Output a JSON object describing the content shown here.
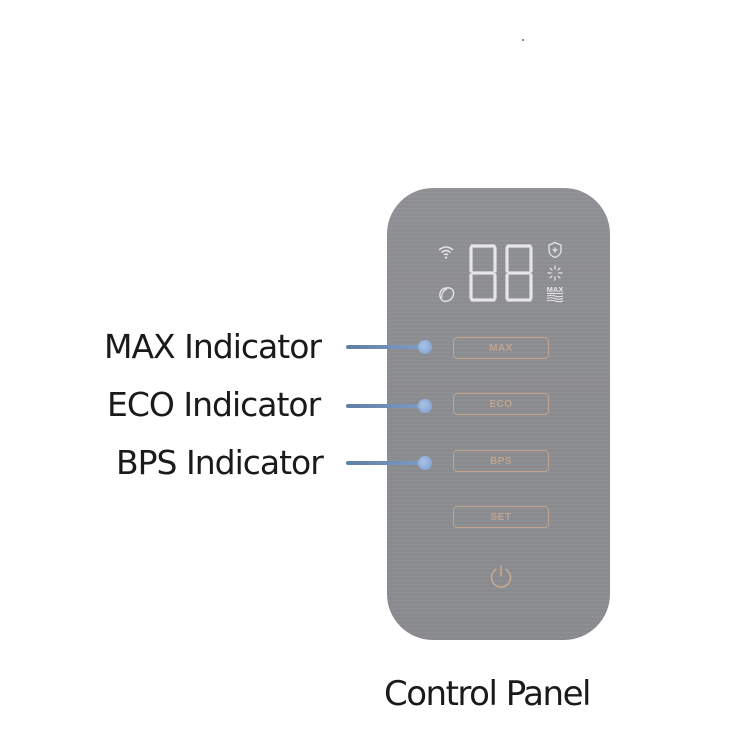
{
  "diagram": {
    "caption": "Control Panel",
    "callouts": [
      {
        "label": "MAX Indicator",
        "target": "MAX"
      },
      {
        "label": "ECO Indicator",
        "target": "ECO"
      },
      {
        "label": "BPS Indicator",
        "target": "BPS"
      }
    ],
    "colors": {
      "panel": "#8d8e92",
      "button_outline": "#c9a98f",
      "lcd_segment": "#e6e6e8",
      "leader_line": "#7090b8"
    }
  },
  "panel": {
    "display": {
      "digits": "88",
      "icons": {
        "top_left": "wifi-icon",
        "bottom_left": "leaf-icon",
        "top_right": "shield-plus-icon",
        "middle_right": "sparkle-icon",
        "bottom_right": "max-wave-icon"
      },
      "max_icon_text": "MAX"
    },
    "buttons": [
      {
        "label": "MAX"
      },
      {
        "label": "ECO"
      },
      {
        "label": "BPS"
      },
      {
        "label": "SET"
      }
    ],
    "power_icon": "power-icon"
  }
}
